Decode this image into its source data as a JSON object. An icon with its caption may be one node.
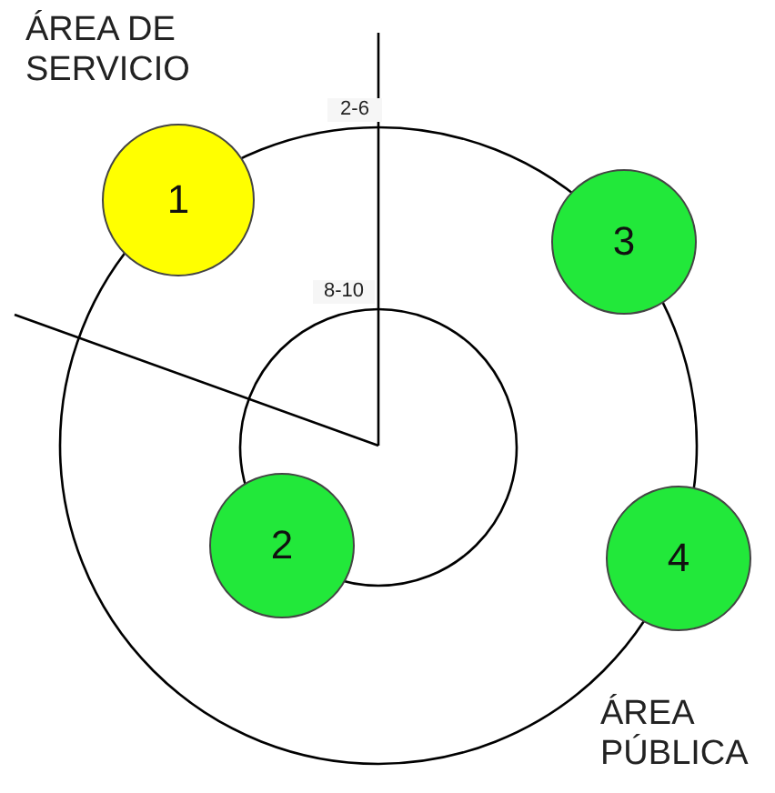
{
  "diagram": {
    "nodes": [
      {
        "text": [
          "1"
        ]
      },
      {
        "text": [
          "3"
        ]
      },
      {
        "text": [
          "2"
        ]
      },
      {
        "text": [
          "4"
        ]
      }
    ],
    "labels": [
      "ÁREA DE SERVICIO",
      "2-6",
      "8-10",
      "ÁREA PÚBLICA"
    ]
  }
}
